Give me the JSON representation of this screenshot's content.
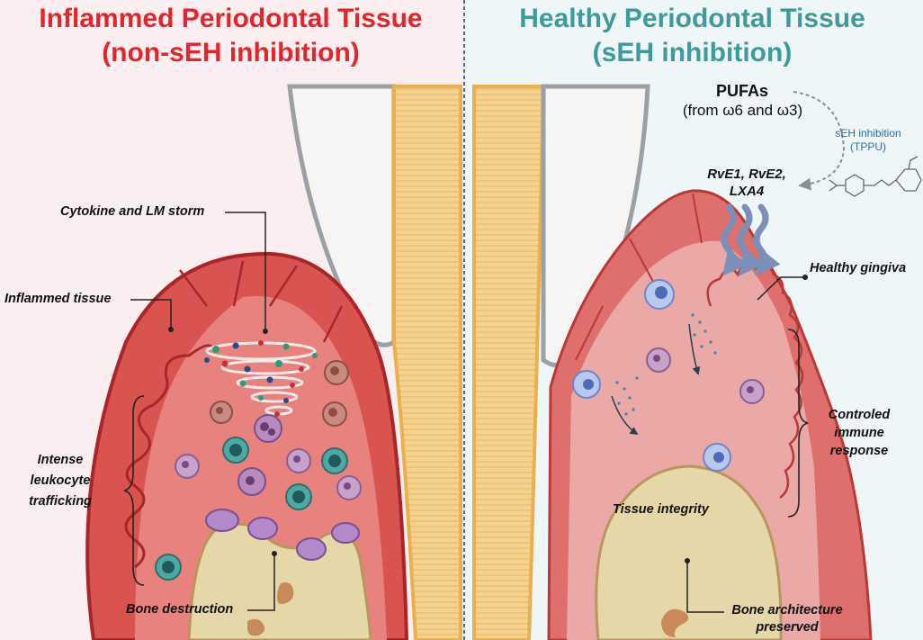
{
  "left_panel": {
    "title_line1": "Inflammed Periodontal Tissue",
    "title_line2": "(non-sEH inhibition)",
    "labels": {
      "cytokine_storm": "Cytokine and LM storm",
      "inflamed_tissue": "Inflammed tissue",
      "trafficking_line1": "Intense",
      "trafficking_line2": "leukocyte",
      "trafficking_line3": "trafficking",
      "bone_destruction": "Bone destruction"
    }
  },
  "right_panel": {
    "title_line1": "Healthy Periodontal Tissue",
    "title_line2": "(sEH inhibition)",
    "pufas": "PUFAs",
    "pufas_source": "(from ω6 and ω3)",
    "seh_line1": "sEH inhibition",
    "seh_line2": "(TPPU)",
    "mediators_line1": "RvE1, RvE2,",
    "mediators_line2": "LXA4",
    "labels": {
      "healthy_gingiva": "Healthy gingiva",
      "immune_line1": "Controled",
      "immune_line2": "immune",
      "immune_line3": "response",
      "tissue_integrity": "Tissue integrity",
      "bone_line1": "Bone architecture",
      "bone_line2": "preserved"
    }
  },
  "colors": {
    "left_bg": "#fbeef0",
    "right_bg": "#eef6f8",
    "inflamed_title": "#e0262a",
    "healthy_title": "#3f9b99",
    "gum_outer": "#d9534f",
    "gum_inner": "#e8827e",
    "healthy_gum": "#eba3a3",
    "bone": "#e6d7a8",
    "tooth_root": "#f4c77e",
    "seh_text": "#2d6ca3"
  }
}
